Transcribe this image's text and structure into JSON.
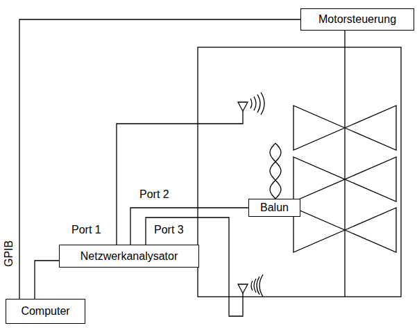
{
  "diagram": {
    "nodes": [
      {
        "text": [
          "Motorsteuerung"
        ]
      },
      {
        "text": [
          "Balun"
        ]
      },
      {
        "text": [
          "Netzwerkanalysator"
        ]
      },
      {
        "text": [
          "Computer"
        ]
      }
    ],
    "edges": [
      {
        "from": 3,
        "to": 0,
        "arrow": "none"
      },
      {
        "from": 3,
        "to": 2,
        "arrow": "none"
      },
      {
        "from": 2,
        "to": 1,
        "arrow": "none",
        "label": "Port 2"
      }
    ],
    "labels": [
      "GPIB",
      "Port 1",
      "Port 3"
    ]
  }
}
